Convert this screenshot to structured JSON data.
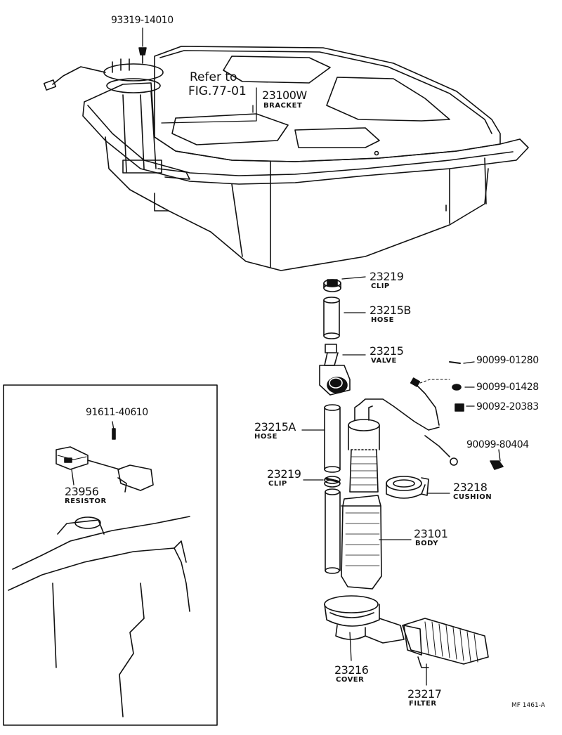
{
  "title": "",
  "reference": {
    "line1": "Refer to",
    "line2": "FIG.77-01"
  },
  "figure_code": "MF 1461-A",
  "parts": {
    "p93319": {
      "number": "93319-14010",
      "name": ""
    },
    "p23100W": {
      "number": "23100W",
      "name": "BRACKET"
    },
    "p23219a": {
      "number": "23219",
      "name": "CLIP"
    },
    "p23215B": {
      "number": "23215B",
      "name": "HOSE"
    },
    "p23215": {
      "number": "23215",
      "name": "VALVE"
    },
    "p23215A": {
      "number": "23215A",
      "name": "HOSE"
    },
    "p23219b": {
      "number": "23219",
      "name": "CLIP"
    },
    "p23101": {
      "number": "23101",
      "name": "BODY"
    },
    "p23216": {
      "number": "23216",
      "name": "COVER"
    },
    "p23217": {
      "number": "23217",
      "name": "FILTER"
    },
    "p23218": {
      "number": "23218",
      "name": "CUSHION"
    },
    "p90099_01280": {
      "number": "90099-01280",
      "name": ""
    },
    "p90099_01428": {
      "number": "90099-01428",
      "name": ""
    },
    "p90092_20383": {
      "number": "90092-20383",
      "name": ""
    },
    "p90099_80404": {
      "number": "90099-80404",
      "name": ""
    },
    "p91611": {
      "number": "91611-40610",
      "name": ""
    },
    "p23956": {
      "number": "23956",
      "name": "RESISTOR"
    }
  },
  "colors": {
    "ink": "#111111",
    "paper": "#ffffff"
  }
}
